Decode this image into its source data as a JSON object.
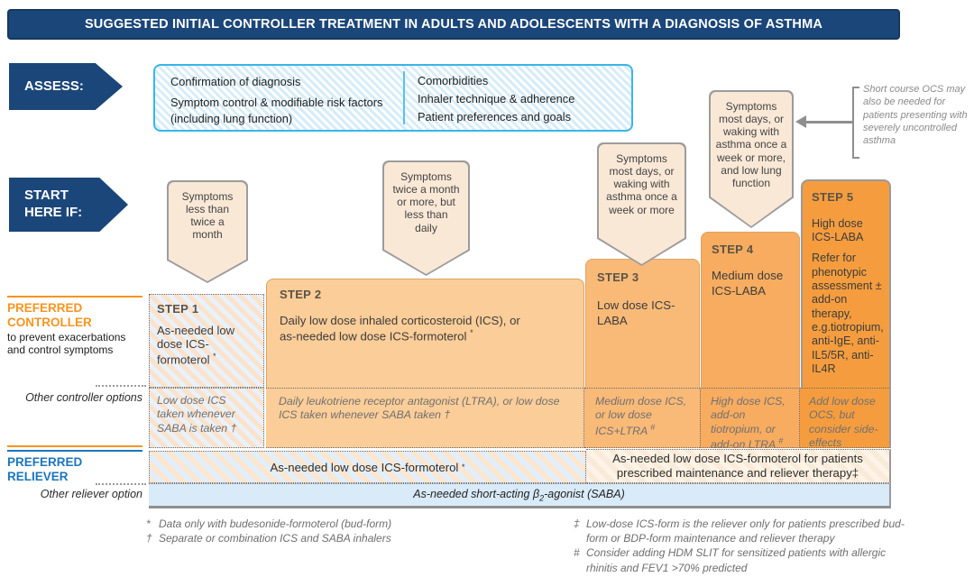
{
  "title": "SUGGESTED INITIAL CONTROLLER TREATMENT IN ADULTS AND ADOLESCENTS WITH A DIAGNOSIS OF ASTHMA",
  "assess": {
    "label": "ASSESS:",
    "col1": [
      "Confirmation of diagnosis",
      "Symptom control & modifiable risk factors",
      "(including lung function)"
    ],
    "col2": [
      "Comorbidities",
      "Inhaler technique & adherence",
      "Patient preferences and goals"
    ]
  },
  "start": {
    "line1": "START",
    "line2": "HERE IF:"
  },
  "bubbles": [
    "Symptoms less than twice a month",
    "Symptoms twice a month or more, but less than daily",
    "Symptoms most days, or waking with asthma once a week or more",
    "Symptoms most days, or waking with asthma once a week or more, and low lung function"
  ],
  "ocs_note": "Short course OCS may also be needed for patients presenting with severely uncontrolled asthma",
  "rail": {
    "preferred_controller": "PREFERRED CONTROLLER",
    "controller_sub": "to prevent exacerbations and control symptoms",
    "other_controller": "Other controller options",
    "preferred_reliever": "PREFERRED RELIEVER",
    "other_reliever": "Other reliever option"
  },
  "steps": {
    "s1": {
      "title": "STEP 1",
      "body": "As-needed low dose ICS-formoterol",
      "sup": "*"
    },
    "s2": {
      "title": "STEP 2",
      "body": "Daily low dose inhaled corticosteroid (ICS), or as-needed low dose ICS-formoterol",
      "sup": "*"
    },
    "s3": {
      "title": "STEP 3",
      "body": "Low dose ICS-LABA"
    },
    "s4": {
      "title": "STEP 4",
      "body": "Medium dose ICS-LABA"
    },
    "s5": {
      "title": "STEP 5",
      "body1": "High dose ICS-LABA",
      "body2": "Refer for phenotypic assessment ± add-on therapy, e.g.tiotropium, anti-IgE, anti-IL5/5R, anti-IL4R"
    }
  },
  "other_controller": {
    "c1": "Low dose ICS taken whenever SABA is taken †",
    "c2": "Daily leukotriene receptor antagonist (LTRA), or low dose ICS taken whenever SABA taken †",
    "c3": {
      "text": "Medium dose ICS, or low dose ICS+LTRA",
      "sup": "#"
    },
    "c4": {
      "text": "High dose ICS, add-on tiotropium, or add-on LTRA",
      "sup": "#"
    },
    "c5": "Add low dose OCS, but consider side-effects"
  },
  "reliever": {
    "left": {
      "text": "As-needed low dose ICS-formoterol",
      "sup": "*"
    },
    "right": "As-needed low dose ICS-formoterol  for patients prescribed maintenance and reliever therapy‡",
    "saba": {
      "pre": "As-needed short-acting β",
      "sub": "2",
      "post": "-agonist (SABA)"
    }
  },
  "footnotes": [
    {
      "marker": "*",
      "text": "Data only with budesonide-formoterol (bud-form)"
    },
    {
      "marker": "†",
      "text": "Separate or combination ICS and SABA inhalers"
    },
    {
      "marker": "‡",
      "text": "Low-dose ICS-form is the reliever only for patients prescribed bud-form or BDP-form maintenance and reliever therapy"
    },
    {
      "marker": "#",
      "text": "Consider adding HDM SLIT for sensitized patients with allergic rhinitis and FEV1 >70% predicted"
    }
  ]
}
